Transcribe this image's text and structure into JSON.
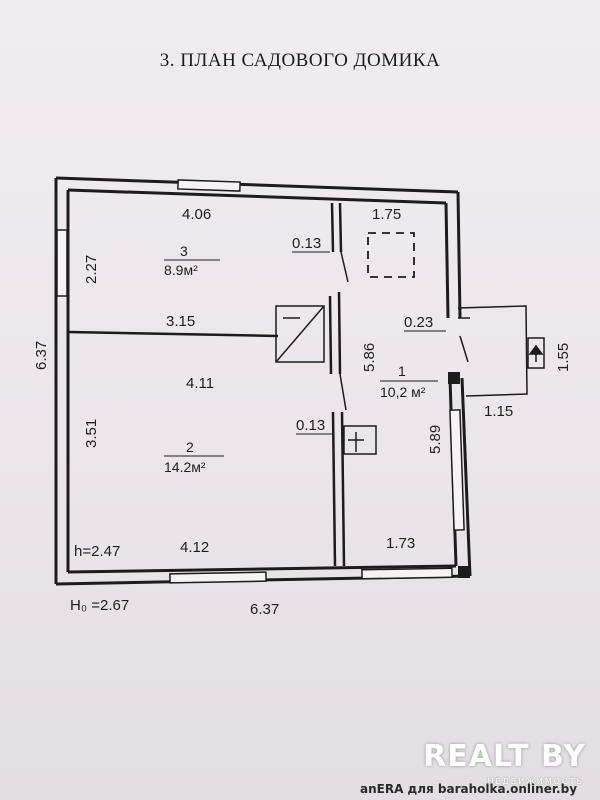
{
  "title": "3. ПЛАН САДОВОГО ДОМИКА",
  "rooms": [
    {
      "number": "3",
      "area": "8.9м²"
    },
    {
      "number": "2",
      "area": "14.2м²"
    },
    {
      "number": "1",
      "area": "10,2 м²"
    }
  ],
  "dimensions": {
    "top_left_width": "4.06",
    "top_right_width": "1.75",
    "left_upper_height": "2.27",
    "overall_height": "6.37",
    "partition_len": "3.15",
    "partition_thickness_upper": "0.13",
    "wall_offset": "0.23",
    "porch_height": "1.55",
    "porch_width": "1.15",
    "mid_height": "5.86",
    "room2_width_top": "4.11",
    "partition_thickness_lower": "0.13",
    "left_lower_height": "3.51",
    "right_height": "5.89",
    "room2_width_bottom": "4.12",
    "bottom_right_width": "1.73",
    "overall_width": "6.37"
  },
  "heights": {
    "inner": "h=2.47",
    "outer": "H₀ =2.67"
  },
  "watermark": {
    "brand": "REALT BY",
    "sub": "НЕДВИЖИМОСТЬ",
    "caption": "anERA для baraholka.onliner.by"
  }
}
